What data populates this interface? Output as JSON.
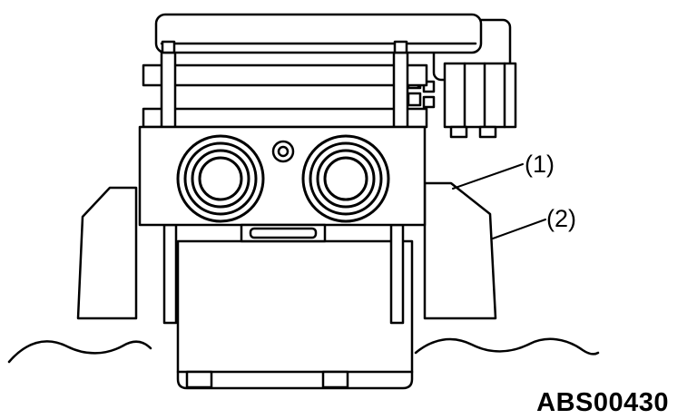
{
  "figure": {
    "code": "ABS00430",
    "callouts": [
      {
        "label": "(1)"
      },
      {
        "label": "(2)"
      }
    ]
  },
  "colors": {
    "line": "#000000",
    "background": "#ffffff"
  }
}
